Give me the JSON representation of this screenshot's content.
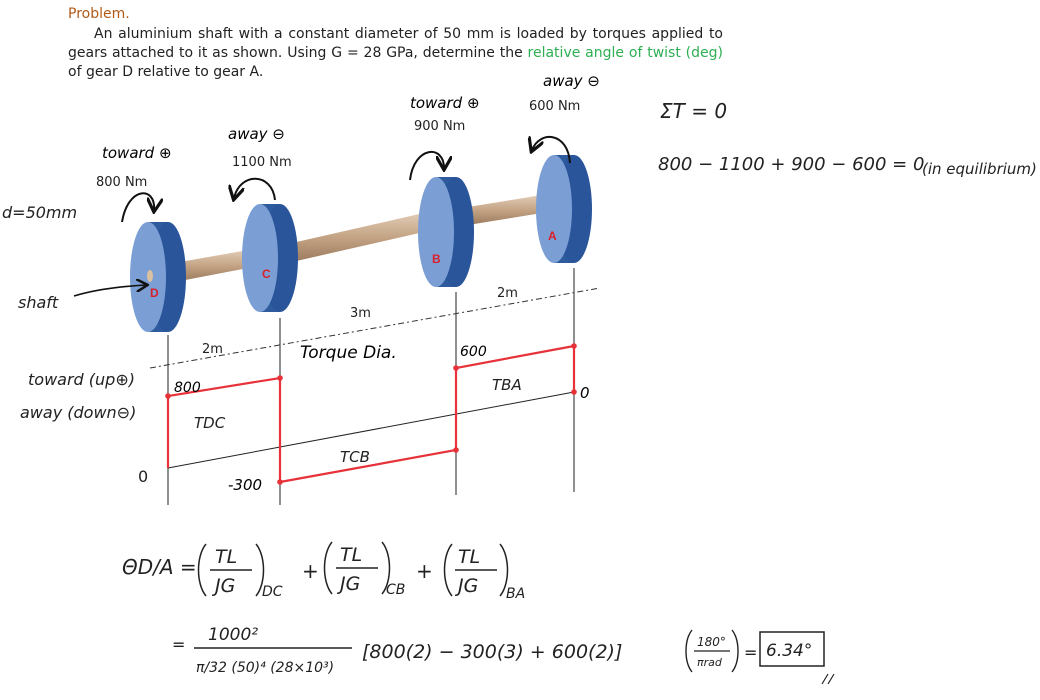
{
  "problem": {
    "label": "Problem.",
    "text_part1": "An aluminium shaft with a constant diameter of 50 mm is loaded by torques applied to gears attached to it as shown. Using G = 28 GPa, determine the ",
    "highlight": "relative angle of twist (deg)",
    "text_part2": " of gear D relative to gear A."
  },
  "colors": {
    "label_red": "#e8323a",
    "highlight_green": "#2eae52",
    "gear_blue": "#4a78c0",
    "shaft_tan": "#c9ab8e"
  },
  "side_notes": {
    "diameter": "d=50mm",
    "shaft": "shaft",
    "toward": "toward (up⊕)",
    "away": "away (down⊖)",
    "zero": "0"
  },
  "torques": [
    {
      "gear": "D",
      "direction": "toward ⊕",
      "value": "800 Nm"
    },
    {
      "gear": "C",
      "direction": "away ⊖",
      "value": "1100 Nm"
    },
    {
      "gear": "B",
      "direction": "toward ⊕",
      "value": "900 Nm"
    },
    {
      "gear": "A",
      "direction": "away ⊖",
      "value": "600 Nm"
    }
  ],
  "gear_labels": [
    "D",
    "C",
    "B",
    "A"
  ],
  "lengths": {
    "dc": "2m",
    "cb": "3m",
    "ba": "2m"
  },
  "equilibrium": {
    "sum": "ΣT = 0",
    "equation": "800 − 1100 + 900 − 600 = 0",
    "note": "(in equilibrium)"
  },
  "torque_diagram": {
    "title": "Torque Dia.",
    "values": [
      "800",
      "-300",
      "600",
      "0"
    ],
    "segment_labels": [
      "TDC",
      "TCB",
      "TBA"
    ]
  },
  "solution": {
    "lhs": "ΘD/A =",
    "term_tl": "TL",
    "term_jg": "JG",
    "sub1": "DC",
    "sub2": "CB",
    "sub3": "BA",
    "plus": "+",
    "equals": "=",
    "numerator": "1000²",
    "denominator": "π/32 (50)⁴ (28×10³)",
    "bracket": "[800(2) − 300(3) + 600(2)]",
    "conv_num": "180°",
    "conv_den": "πrad",
    "answer": "6.34°"
  }
}
